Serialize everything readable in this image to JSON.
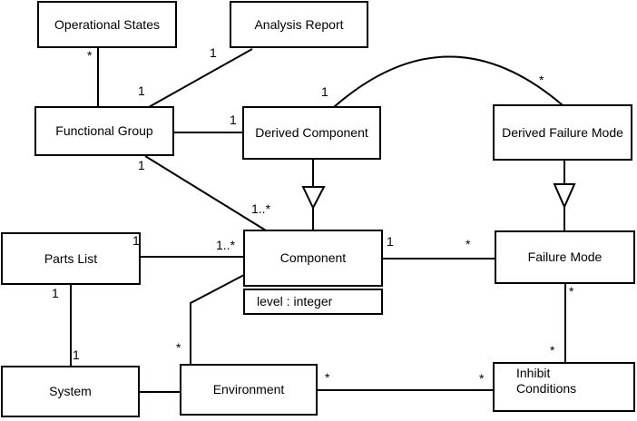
{
  "diagram": {
    "kind": "uml-class-diagram",
    "background_color": "#ffffff",
    "stroke_color": "#000000",
    "classes": [
      {
        "id": "operational-states",
        "label": "Operational States"
      },
      {
        "id": "analysis-report",
        "label": "Analysis Report"
      },
      {
        "id": "functional-group",
        "label": "Functional Group"
      },
      {
        "id": "derived-component",
        "label": "Derived Component"
      },
      {
        "id": "derived-failure-mode",
        "label": "Derived Failure Mode"
      },
      {
        "id": "parts-list",
        "label": "Parts List"
      },
      {
        "id": "component",
        "label": "Component",
        "attributes": [
          "level : integer"
        ]
      },
      {
        "id": "failure-mode",
        "label": "Failure Mode"
      },
      {
        "id": "system",
        "label": "System"
      },
      {
        "id": "environment",
        "label": "Environment"
      },
      {
        "id": "inhibit-conditions",
        "label": "Inhibit Conditions"
      }
    ],
    "multiplicity_labels": [
      {
        "text": "*",
        "near": "operational-states bottom"
      },
      {
        "text": "1",
        "near": "functional-group top"
      },
      {
        "text": "1",
        "near": "analysis-report bottom-left"
      },
      {
        "text": "1",
        "near": "derived-component left"
      },
      {
        "text": "1",
        "near": "derived-component top (arc end)"
      },
      {
        "text": "*",
        "near": "derived-failure-mode top (arc end)"
      },
      {
        "text": "1",
        "near": "functional-group bottom"
      },
      {
        "text": "1..*",
        "near": "component top-left"
      },
      {
        "text": "1",
        "near": "parts-list top-right"
      },
      {
        "text": "1..*",
        "near": "component left"
      },
      {
        "text": "1",
        "near": "parts-list bottom"
      },
      {
        "text": "1",
        "near": "system top"
      },
      {
        "text": "*",
        "near": "environment top"
      },
      {
        "text": "1",
        "near": "component right"
      },
      {
        "text": "*",
        "near": "failure-mode left"
      },
      {
        "text": "*",
        "near": "failure-mode bottom"
      },
      {
        "text": "*",
        "near": "inhibit-conditions top"
      },
      {
        "text": "*",
        "near": "environment right"
      },
      {
        "text": "*",
        "near": "inhibit-conditions left"
      }
    ],
    "associations": [
      {
        "from": "operational-states",
        "to": "functional-group",
        "type": "association",
        "end_labels": [
          "*",
          "1"
        ]
      },
      {
        "from": "analysis-report",
        "to": "functional-group",
        "type": "association",
        "end_labels": [
          "1"
        ]
      },
      {
        "from": "functional-group",
        "to": "derived-component",
        "type": "association",
        "end_labels": [
          "1"
        ]
      },
      {
        "from": "derived-component",
        "to": "derived-failure-mode",
        "type": "association-arc",
        "end_labels": [
          "1",
          "*"
        ]
      },
      {
        "from": "functional-group",
        "to": "component",
        "type": "association",
        "end_labels": [
          "1",
          "1..*"
        ]
      },
      {
        "from": "parts-list",
        "to": "component",
        "type": "association",
        "end_labels": [
          "1",
          "1..*"
        ]
      },
      {
        "from": "parts-list",
        "to": "system",
        "type": "association",
        "end_labels": [
          "1",
          "1"
        ]
      },
      {
        "from": "system",
        "to": "environment",
        "type": "association",
        "end_labels": []
      },
      {
        "from": "environment",
        "to": "component",
        "type": "association",
        "end_labels": [
          "*"
        ]
      },
      {
        "from": "component",
        "to": "failure-mode",
        "type": "association",
        "end_labels": [
          "1",
          "*"
        ]
      },
      {
        "from": "failure-mode",
        "to": "inhibit-conditions",
        "type": "association",
        "end_labels": [
          "*",
          "*"
        ]
      },
      {
        "from": "environment",
        "to": "inhibit-conditions",
        "type": "association",
        "end_labels": [
          "*",
          "*"
        ]
      },
      {
        "from": "derived-component",
        "to": "component",
        "type": "generalization"
      },
      {
        "from": "derived-failure-mode",
        "to": "failure-mode",
        "type": "generalization"
      }
    ]
  }
}
